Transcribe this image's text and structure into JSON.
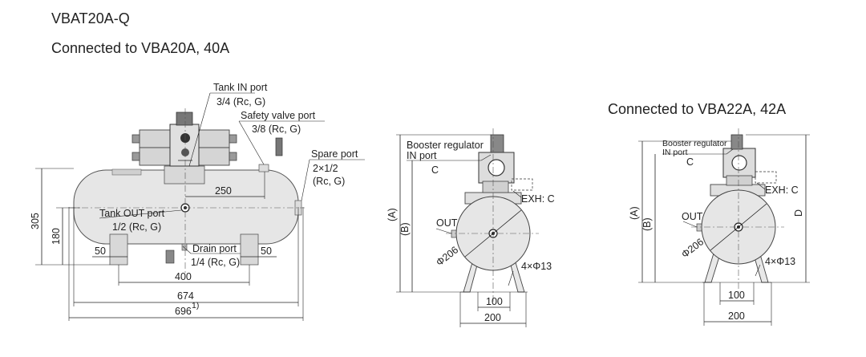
{
  "titles": {
    "model": "VBAT20A-Q",
    "connected_1": "Connected to VBA20A, 40A",
    "connected_2": "Connected to VBA22A, 42A"
  },
  "front_view": {
    "tank_in_port": {
      "name": "Tank IN port",
      "size": "3/4 (Rc, G)"
    },
    "safety_valve_port": {
      "name": "Safety valve port",
      "size": "3/8 (Rc, G)"
    },
    "spare_port": {
      "name": "Spare port",
      "size_1": "2×1/2",
      "size_2": "(Rc, G)"
    },
    "tank_out_port": {
      "name": "Tank OUT port",
      "size": "1/2 (Rc, G)"
    },
    "drain_port": {
      "name": "Drain port",
      "size": "1/4 (Rc, G)"
    },
    "dims": {
      "d250": "250",
      "d305": "305",
      "d180": "180",
      "d50_left": "50",
      "d50_right": "50",
      "d400": "400",
      "d674": "674",
      "d696": "696",
      "d696_note": "1)"
    }
  },
  "side_view_1": {
    "booster_label_1": "Booster regulator",
    "booster_label_2": "IN port",
    "c_label": "C",
    "exh_label": "EXH: C",
    "out_label": "OUT",
    "a_label": "(A)",
    "b_label": "(B)",
    "phi206": "Φ206",
    "holes": "4×Φ13",
    "d100": "100",
    "d200": "200"
  },
  "side_view_2": {
    "booster_label_1": "Booster regulator",
    "booster_label_2": "IN port",
    "c_label": "C",
    "exh_label": "EXH: C",
    "out_label": "OUT",
    "a_label": "(A)",
    "b_label": "(B)",
    "d_label": "D",
    "phi206": "Φ206",
    "holes": "4×Φ13",
    "d100": "100",
    "d200": "200"
  }
}
